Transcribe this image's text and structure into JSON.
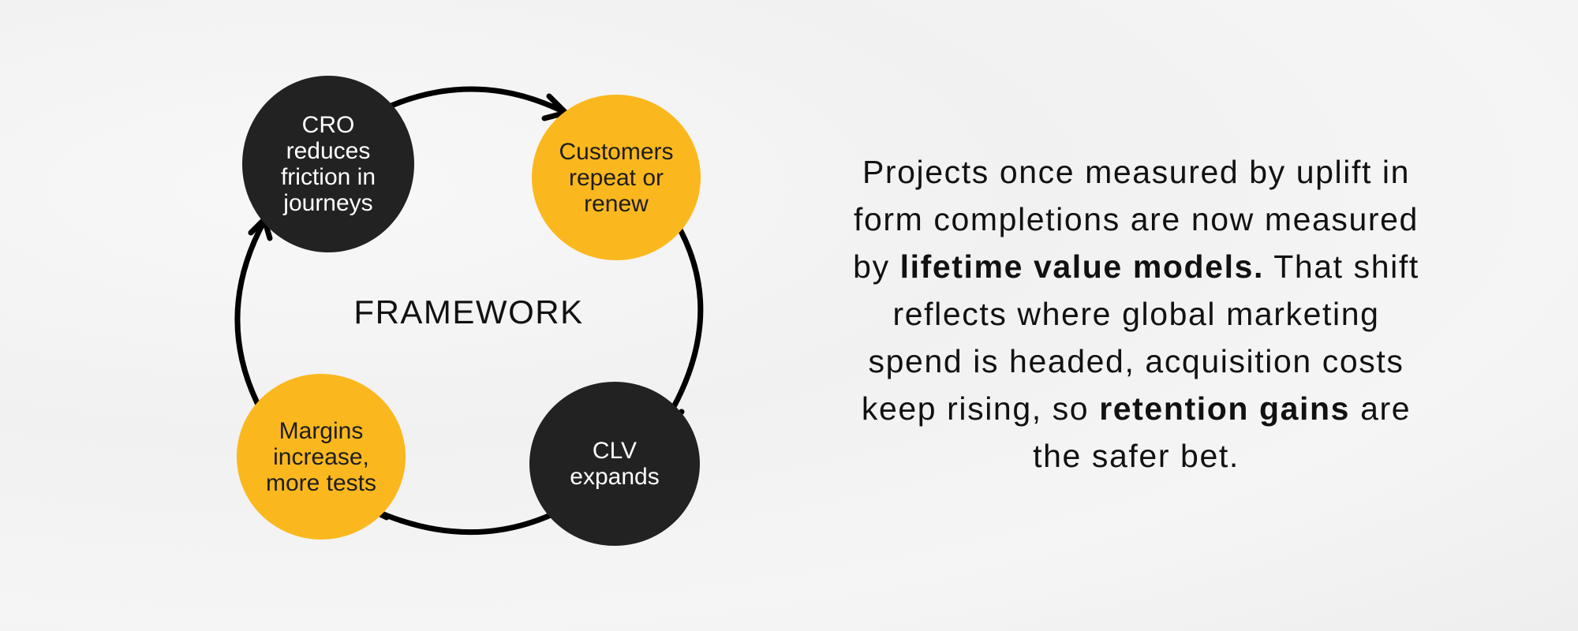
{
  "diagram": {
    "center_label": "FRAMEWORK",
    "nodes": [
      {
        "label": "CRO\nreduces\nfriction in\njourneys",
        "color": "#222222"
      },
      {
        "label": "Customers\nrepeat or\nrenew",
        "color": "#fbb81e"
      },
      {
        "label": "CLV\nexpands",
        "color": "#222222"
      },
      {
        "label": "Margins\nincrease,\nmore tests",
        "color": "#fbb81e"
      }
    ]
  },
  "paragraph": {
    "p1": "Projects once measured by uplift in",
    "p2": "form completions are now measured",
    "p3a": "by ",
    "p3b": "lifetime value models.",
    "p3c": " That shift",
    "p4": "reflects where global marketing",
    "p5": "spend is headed, acquisition costs",
    "p6a": "keep rising, so ",
    "p6b": "retention gains",
    "p6c": " are",
    "p7": "the safer bet."
  }
}
